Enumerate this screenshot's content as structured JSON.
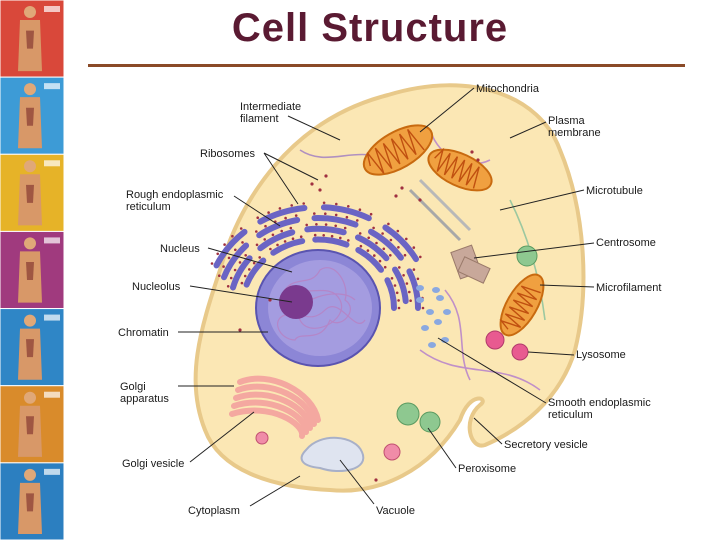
{
  "title": "Cell Structure",
  "colors": {
    "title": "#5a1a32",
    "rule": "#8a4a28",
    "cytoplasm": "#fbe7b4",
    "membrane": "#e8c98a",
    "nucleus": "#8c86d6",
    "nucleolus": "#7a3a8e",
    "er": "#6a64c4",
    "mitochondria": "#f0a040",
    "golgi": "#f4a8a0",
    "lysosome": "#e85a90",
    "peroxisome": "#8ec890"
  },
  "strip_panels": [
    {
      "color": "#d9483a",
      "figure": "digestive-system"
    },
    {
      "color": "#3d9bd6",
      "figure": "respiratory-system"
    },
    {
      "color": "#e6b328",
      "figure": "circulatory-system"
    },
    {
      "color": "#a03a7e",
      "figure": "skeletal-system"
    },
    {
      "color": "#2f86c6",
      "figure": "muscular-system"
    },
    {
      "color": "#d98b2b",
      "figure": "nervous-system"
    },
    {
      "color": "#2c7fc0",
      "figure": "endocrine-system"
    }
  ],
  "labels": {
    "mitochondria": "Mitochondria",
    "intermediate_filament": [
      "Intermediate",
      "filament"
    ],
    "plasma_membrane": [
      "Plasma",
      "membrane"
    ],
    "ribosomes": "Ribosomes",
    "microtubule": "Microtubule",
    "rough_er": [
      "Rough endoplasmic",
      "reticulum"
    ],
    "centrosome": "Centrosome",
    "nucleus": "Nucleus",
    "nucleolus": "Nucleolus",
    "microfilament": "Microfilament",
    "chromatin": "Chromatin",
    "lysosome": "Lysosome",
    "golgi_apparatus": [
      "Golgi",
      "apparatus"
    ],
    "smooth_er": [
      "Smooth endoplasmic",
      "reticulum"
    ],
    "secretory_vesicle": "Secretory vesicle",
    "golgi_vesicle": "Golgi vesicle",
    "peroxisome": "Peroxisome",
    "cytoplasm": "Cytoplasm",
    "vacuole": "Vacuole"
  }
}
